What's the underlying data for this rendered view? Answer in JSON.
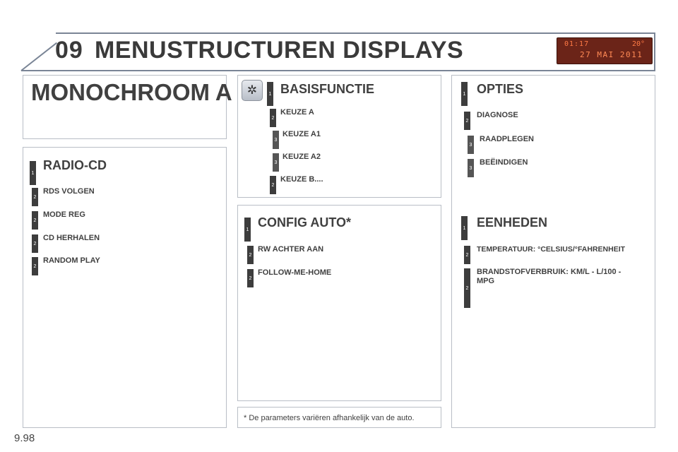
{
  "header": {
    "chapter": "09",
    "title": "MENUSTRUCTUREN DISPLAYS",
    "display": {
      "time": "01:17",
      "temp": "20°",
      "date": "27 MAI 2011"
    }
  },
  "monochroom_title": "MONOCHROOM A",
  "radio_cd": {
    "title": "RADIO-CD",
    "items": [
      "RDS VOLGEN",
      "MODE REG",
      "CD HERHALEN",
      "RANDOM PLAY"
    ]
  },
  "basisfunctie": {
    "title": "BASISFUNCTIE",
    "items": [
      "KEUZE A",
      "KEUZE A1",
      "KEUZE A2",
      "KEUZE B...."
    ]
  },
  "config_auto": {
    "title": "CONFIG AUTO*",
    "items": [
      "RW ACHTER AAN",
      "FOLLOW-ME-HOME"
    ]
  },
  "opties": {
    "title": "OPTIES",
    "items": [
      "DIAGNOSE",
      "RAADPLEGEN",
      "BEËINDIGEN"
    ]
  },
  "eenheden": {
    "title": "EENHEDEN",
    "items": [
      "TEMPERATUUR: °CELSIUS/°FAHRENHEIT",
      "BRANDSTOFVERBRUIK: KM/L - L/100 - MPG"
    ]
  },
  "levels": {
    "one": "1",
    "two": "2",
    "three": "3"
  },
  "footnote": "* De parameters variëren afhankelijk van de auto.",
  "page_number": "9.98",
  "colors": {
    "level_badge": "#3d3d3d",
    "header_line": "#7a8596",
    "display_bg": "#6b2418",
    "display_text": "#ff7a45"
  }
}
